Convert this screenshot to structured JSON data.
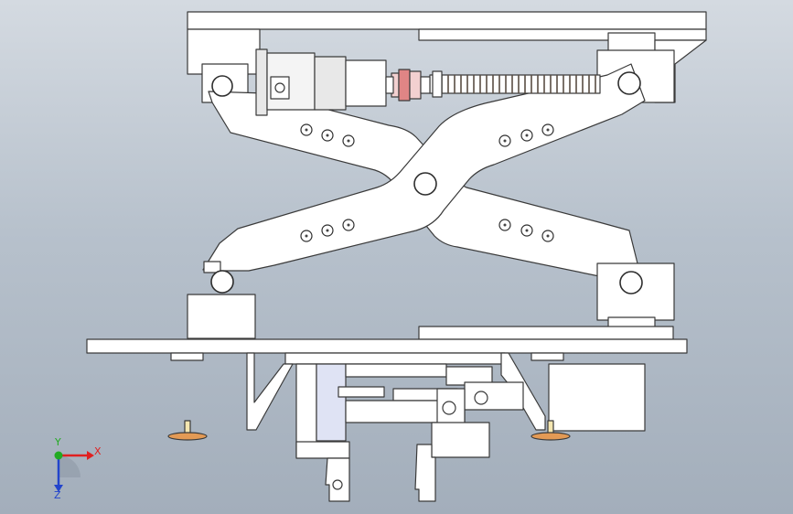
{
  "scene": {
    "background_top": "#d4dae1",
    "background_bottom": "#a3aebb",
    "part_fill": "#ffffff",
    "edge_color": "#3a3a3a",
    "highlight_fill": "#dfe3f4",
    "spring_color": "#8a7a6a",
    "coupling_color": "#e08585",
    "motor_color": "#e8e8e8",
    "foot_color": "#e39a55"
  },
  "triad": {
    "x_label": "X",
    "y_label": "Y",
    "z_label": "Z",
    "x_color": "#e02020",
    "y_color": "#22aa22",
    "z_color": "#2244cc"
  }
}
